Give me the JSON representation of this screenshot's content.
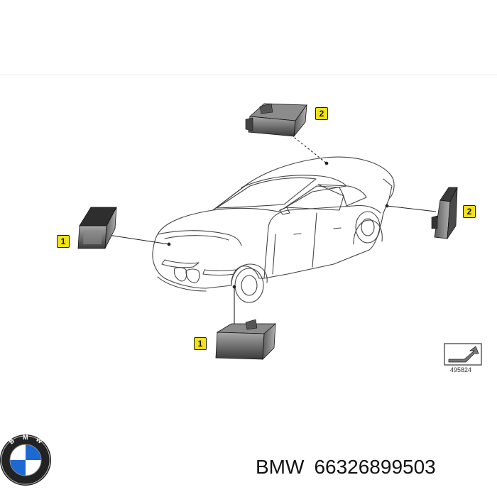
{
  "diagram": {
    "callouts": [
      {
        "id": "front-left-sensor",
        "label": "1"
      },
      {
        "id": "front-right-sensor",
        "label": "1"
      },
      {
        "id": "top-module",
        "label": "2"
      },
      {
        "id": "rear-module",
        "label": "2"
      }
    ],
    "reference_number": "495824",
    "reference_icon": "view-direction-arrow-icon"
  },
  "footer": {
    "brand": "BMW",
    "part_number": "66326899503",
    "logo_icon": "bmw-roundel-logo"
  },
  "colors": {
    "callout_fill": "#f2e21a",
    "part_dark": "#3c3c3c",
    "part_light": "#9a9a9a",
    "logo_blue": "#1c69d4"
  }
}
